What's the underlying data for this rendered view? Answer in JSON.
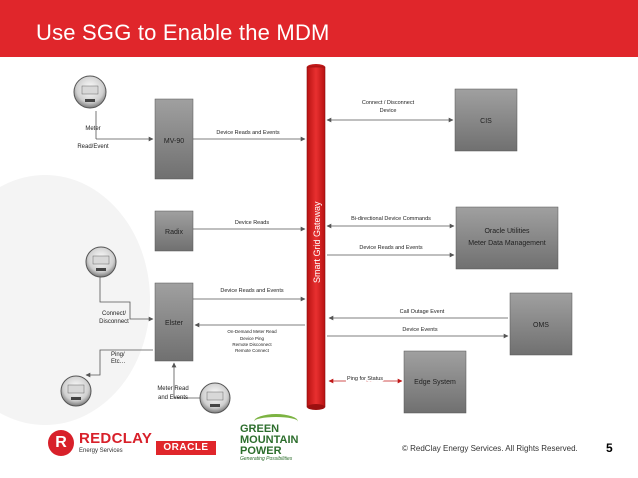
{
  "slide": {
    "title": "Use SGG to Enable the MDM",
    "page_number": "5",
    "copyright": "© RedClay Energy Services. All Rights Reserved."
  },
  "colors": {
    "title_bar": "#e0262b",
    "gateway": "#d81e1e",
    "box_fill": "#8a8a8a",
    "arrow": "#555555"
  },
  "gateway": {
    "label": "Smart Grid Gateway"
  },
  "boxes": {
    "mv90": "MV-90",
    "radix": "Radix",
    "elster": "Elster",
    "cis": "CIS",
    "mdm_line1": "Oracle Utilities",
    "mdm_line2": "Meter Data Management",
    "oms": "OMS",
    "edge": "Edge System"
  },
  "labels": {
    "meter_read_event_1": "Meter",
    "meter_read_event_2": "Read/Event",
    "mv90_to_sgg": "Device Reads and Events",
    "radix_to_sgg": "Device Reads",
    "elster_to_sgg": "Device Reads and Events",
    "sgg_to_elster_1": "On-Demand Meter Read",
    "sgg_to_elster_2": "Device Ping",
    "sgg_to_elster_3": "Remote Disconnect",
    "sgg_to_elster_4": "Remote Connect",
    "connect_disconnect_1": "Connect/",
    "connect_disconnect_2": "Disconnect",
    "ping_etc_1": "Ping/",
    "ping_etc_2": "Etc…",
    "meter_read_events_1": "Meter Read",
    "meter_read_events_2": "and Events",
    "cis_link_1": "Connect / Disconnect",
    "cis_link_2": "Device",
    "bidirectional": "Bi-directional Device Commands",
    "sgg_to_mdm": "Device Reads and Events",
    "call_outage": "Call Outage Event",
    "device_events": "Device Events",
    "ping_for_status": "Ping for Status"
  },
  "logos": {
    "redclay_letter": "R",
    "redclay_name": "REDCLAY",
    "redclay_sub": "Energy Services",
    "oracle": "ORACLE",
    "gmp_line1": "GREEN",
    "gmp_line2": "MOUNTAIN",
    "gmp_line3": "POWER",
    "gmp_tag": "Generating Possibilities"
  },
  "icons": [
    "meter-icon",
    "meter-icon",
    "meter-icon",
    "meter-icon"
  ]
}
